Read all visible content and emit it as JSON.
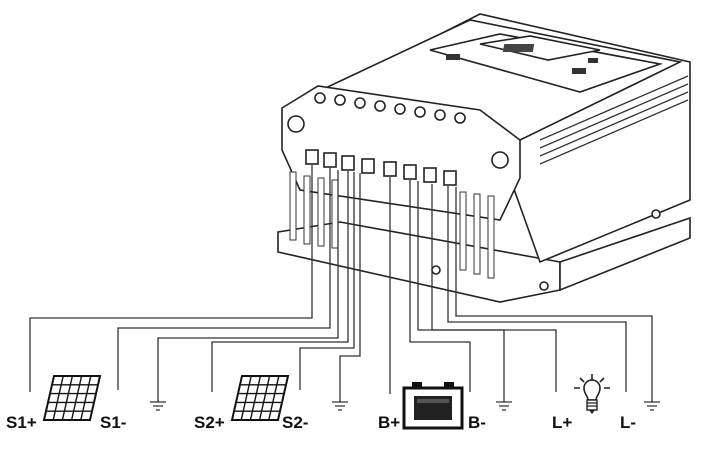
{
  "terminals": [
    {
      "id": "s1p",
      "label": "S1+"
    },
    {
      "id": "s1m",
      "label": "S1-"
    },
    {
      "id": "s2p",
      "label": "S2+"
    },
    {
      "id": "s2m",
      "label": "S2-"
    },
    {
      "id": "bp",
      "label": "B+"
    },
    {
      "id": "bm",
      "label": "B-"
    },
    {
      "id": "lp",
      "label": "L+"
    },
    {
      "id": "lm",
      "label": "L-"
    }
  ],
  "icons": [
    "solar-panel-icon",
    "solar-panel-icon",
    "battery-icon",
    "light-bulb-icon",
    "ground-icon"
  ]
}
